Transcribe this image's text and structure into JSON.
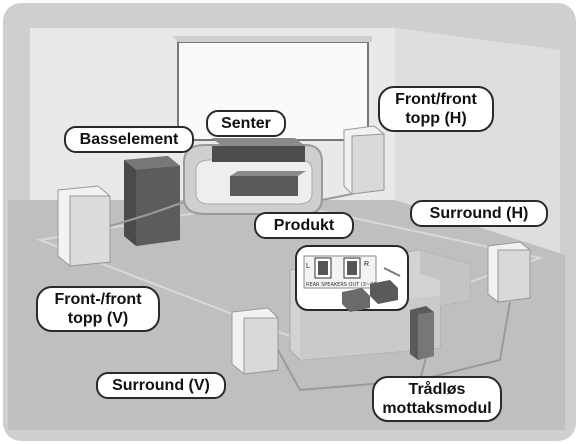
{
  "labels": {
    "senter": "Senter",
    "basselement": "Basselement",
    "front_top_right": [
      "Front/front",
      "topp (H)"
    ],
    "produkt": "Produkt",
    "surround_right": "Surround (H)",
    "front_top_left": [
      "Front-/front",
      "topp (V)"
    ],
    "surround_left": "Surround (V)",
    "wireless_module": [
      "Trådløs",
      "mottaksmodul"
    ]
  },
  "inset": {
    "left_port": "L",
    "right_port": "R",
    "port_caption": "REAR SPEAKERS OUT (3~8Ω)"
  },
  "colors": {
    "room_background": "#d4d4d4",
    "wall": "#e6e6e6",
    "floor": "#bdbdbd",
    "speaker_light": "#efefef",
    "speaker_dark": "#555555",
    "callout_border": "#2a2a2a"
  }
}
